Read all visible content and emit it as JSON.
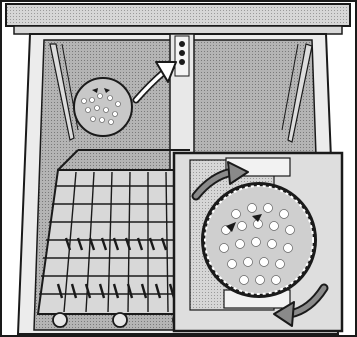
{
  "figure": {
    "title": "",
    "subject": "dishwasher-interior-filter-cleaning",
    "colors": {
      "background": "#ffffff",
      "outline": "#1a1a1a",
      "tub_gray": "#b4b4b4",
      "light_gray": "#e2e2e2",
      "panel_gray": "#cfcfcf",
      "ball": "#c4c4c4",
      "arrow_dark": "#444444"
    },
    "icons": [
      "dishwasher-tub",
      "spray-arm-pillar",
      "filter-ball",
      "rotation-arrow",
      "lower-rack",
      "detail-inset"
    ]
  }
}
